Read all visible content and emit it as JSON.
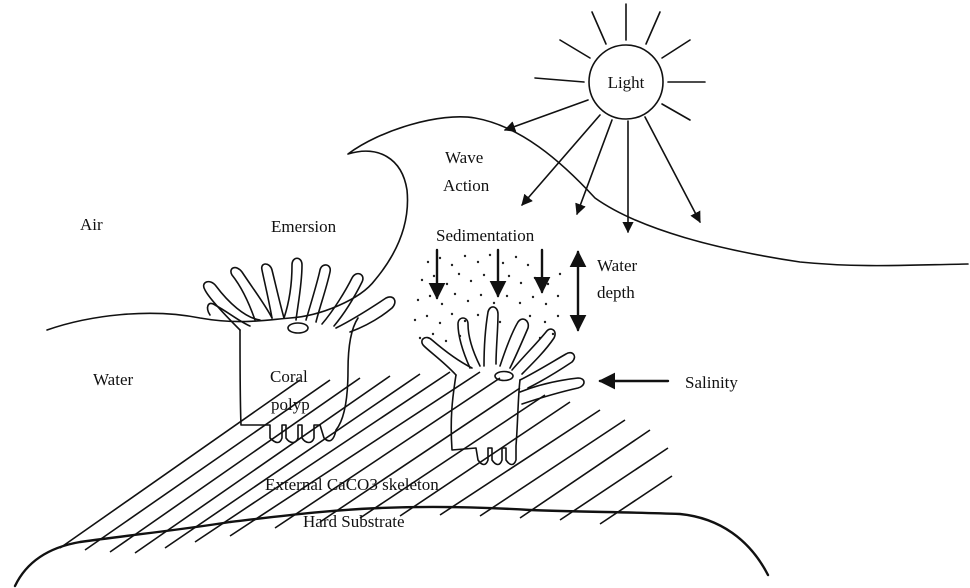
{
  "labels": {
    "light": "Light",
    "wave_line1": "Wave",
    "wave_line2": "Action",
    "air": "Air",
    "emersion": "Emersion",
    "sedimentation": "Sedimentation",
    "water_depth_line1": "Water",
    "water_depth_line2": "depth",
    "water": "Water",
    "coral_line1": "Coral",
    "coral_line2": "polyp",
    "salinity": "Salinity",
    "skeleton": "External CaCO3 skeleton",
    "substrate": "Hard Substrate"
  }
}
